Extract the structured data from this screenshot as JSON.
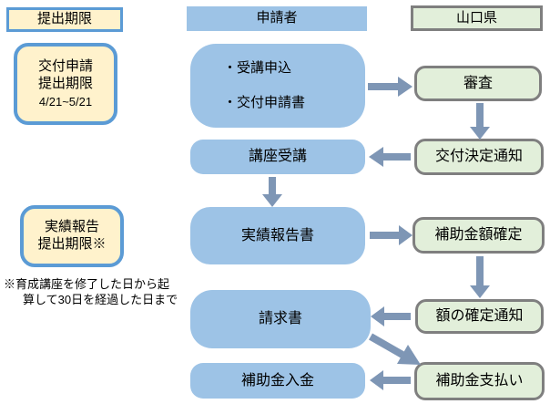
{
  "colors": {
    "blue_fill": "#9DC3E6",
    "cream_fill": "#FFF2CC",
    "blue_border": "#5B9BD5",
    "green_fill": "#E2EFDA",
    "gray_border": "#7F7F7F",
    "arrow": "#7E96B5"
  },
  "deadline_column": {
    "header": "提出期限",
    "grant_application": {
      "line1": "交付申請",
      "line2": "提出期限",
      "date": "4/21~5/21"
    },
    "result_report": {
      "line1": "実績報告",
      "line2": "提出期限※"
    },
    "note": {
      "line1": "※育成講座を修了した日から起",
      "line2": "算して30日を経過した日まで"
    }
  },
  "applicant_column": {
    "header": "申請者",
    "application_box": {
      "bullet1": "・受講申込",
      "bullet2": "・交付申請書"
    },
    "course_attendance": "講座受講",
    "result_report": "実績報告書",
    "invoice": "請求書",
    "subsidy_received": "補助金入金"
  },
  "prefecture_column": {
    "header": "山口県",
    "review": "審査",
    "grant_decision_notice": "交付決定通知",
    "subsidy_amount_fixed": "補助金額確定",
    "amount_confirmation_notice": "額の確定通知",
    "subsidy_payment": "補助金支払い"
  }
}
